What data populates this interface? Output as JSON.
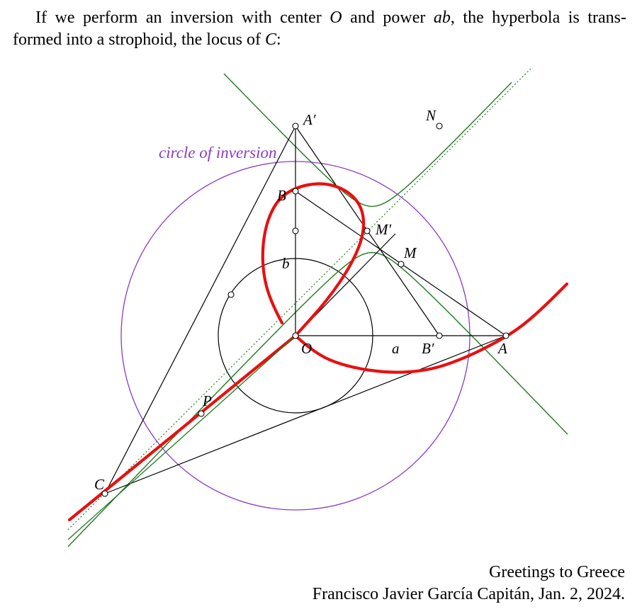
{
  "intro": {
    "line1_a": "If we perform an inversion with center ",
    "line1_O": "O",
    "line1_b": " and power ",
    "line1_ab": "ab",
    "line1_c": ", the hyperbola is trans-",
    "line2_a": "formed into a strophoid, the locus of ",
    "line2_C": "C",
    "line2_b": ":"
  },
  "figure": {
    "circle_label": "circle of inversion",
    "points": {
      "A_prime": "A′",
      "N": "N",
      "B": "B",
      "M_prime": "M′",
      "M": "M",
      "b": "b",
      "O": "O",
      "a": "a",
      "B_prime": "B′",
      "A": "A",
      "P": "P",
      "C": "C"
    },
    "colors": {
      "hyperbola": "#1f7a1f",
      "strophoid": "#e81010",
      "inversion_circle": "#8a3ac8",
      "lines": "#000000"
    }
  },
  "signature": {
    "line1": "Greetings to Greece",
    "line2": "Francisco Javier García Capitán, Jan. 2, 2024."
  }
}
